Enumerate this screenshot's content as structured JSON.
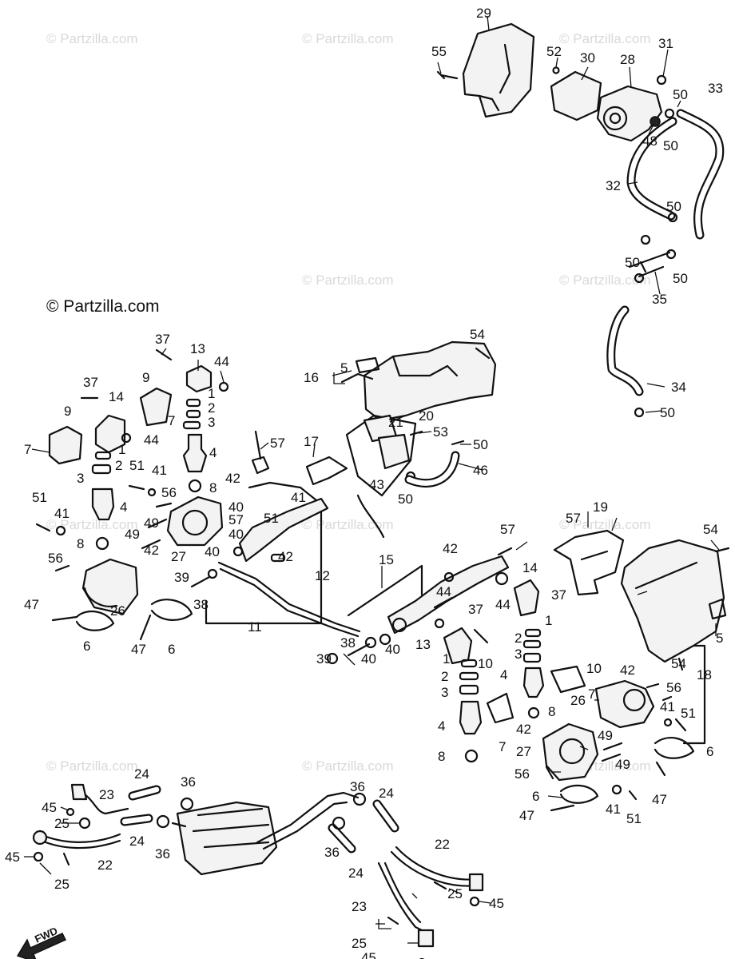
{
  "brand": {
    "copyright": "© Partzilla.com"
  },
  "watermark": {
    "text": "© Partzilla.com"
  },
  "fwd": {
    "label": "FWD"
  },
  "callouts": {
    "c1": "1",
    "c2": "2",
    "c3": "3",
    "c4": "4",
    "c5": "5",
    "c6": "6",
    "c7": "7",
    "c8": "8",
    "c9": "9",
    "c10": "10",
    "c11": "11",
    "c12": "12",
    "c13": "13",
    "c14": "14",
    "c15": "15",
    "c16": "16",
    "c17": "17",
    "c18": "18",
    "c19": "19",
    "c20": "20",
    "c21": "21",
    "c22": "22",
    "c23": "23",
    "c24": "24",
    "c25": "25",
    "c26": "26",
    "c27": "27",
    "c28": "28",
    "c29": "29",
    "c30": "30",
    "c31": "31",
    "c32": "32",
    "c33": "33",
    "c34": "34",
    "c35": "35",
    "c36": "36",
    "c37": "37",
    "c38": "38",
    "c39": "39",
    "c40": "40",
    "c41": "41",
    "c42": "42",
    "c43": "43",
    "c44": "44",
    "c45": "45",
    "c46": "46",
    "c47": "47",
    "c48": "48",
    "c49": "49",
    "c50": "50",
    "c51": "51",
    "c52": "52",
    "c53": "53",
    "c54": "54",
    "c55": "55",
    "c56": "56",
    "c57": "57"
  }
}
